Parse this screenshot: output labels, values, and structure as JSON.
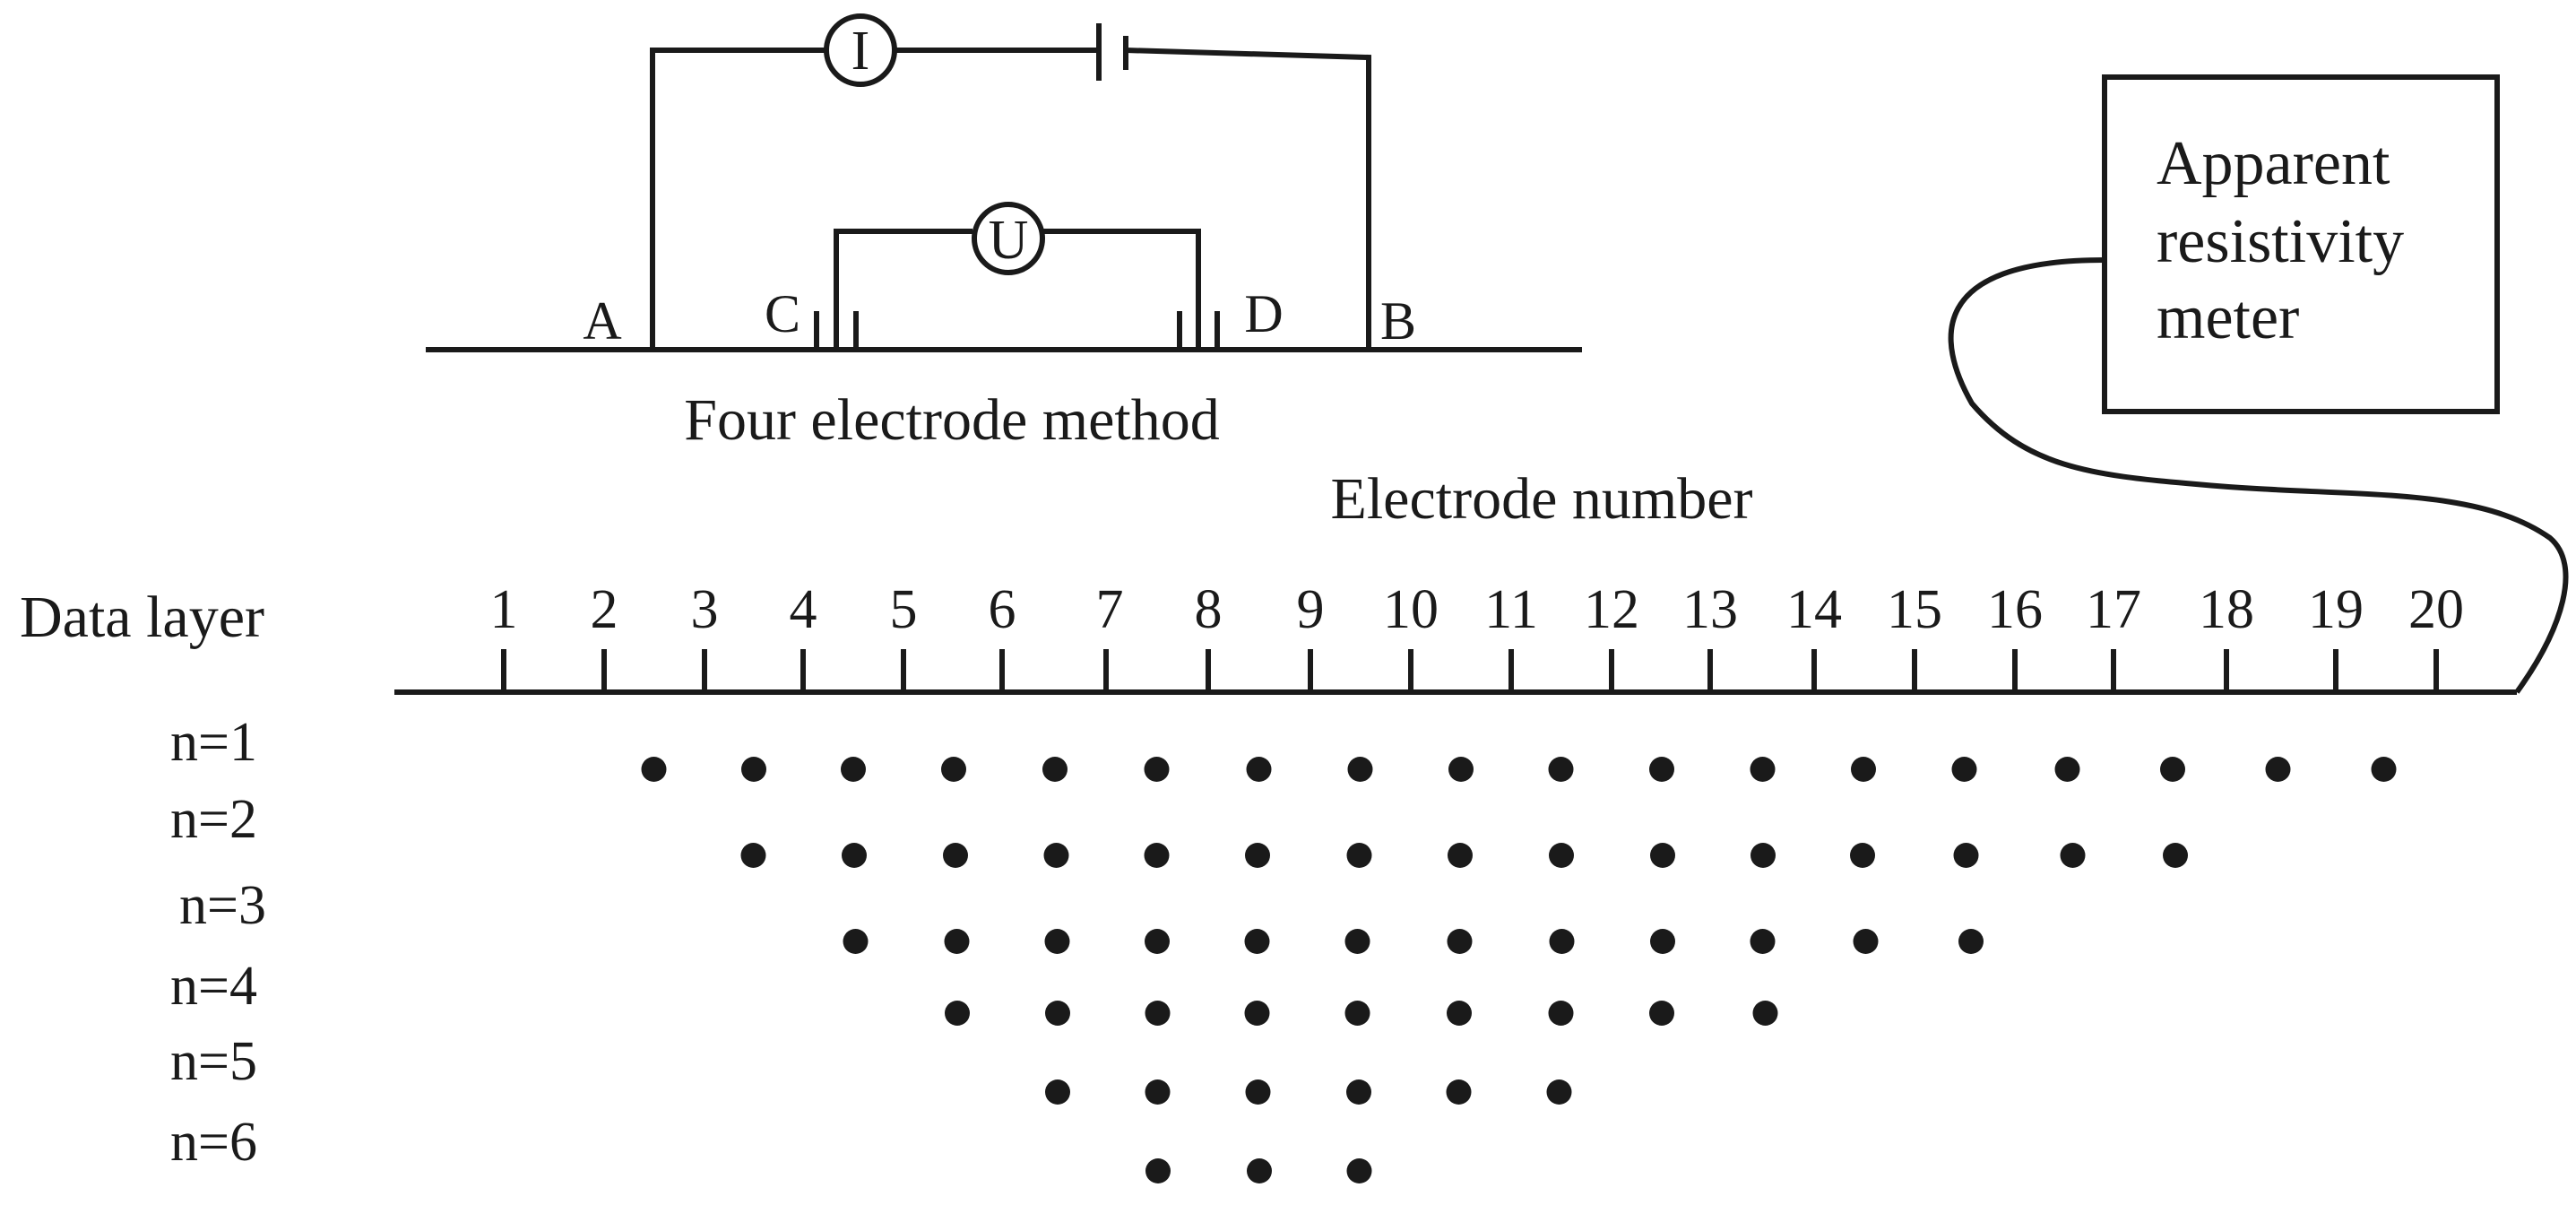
{
  "circuit": {
    "caption": "Four electrode method",
    "electrodes": [
      "A",
      "C",
      "D",
      "B"
    ],
    "current_meter": "I",
    "voltage_meter": "U"
  },
  "meter_box": {
    "lines": [
      "Apparent",
      "resistivity",
      "meter"
    ]
  },
  "axis": {
    "title": "Electrode number",
    "row_label": "Data layer",
    "electrodes": [
      "1",
      "2",
      "3",
      "4",
      "5",
      "6",
      "7",
      "8",
      "9",
      "10",
      "11",
      "12",
      "13",
      "14",
      "15",
      "16",
      "17",
      "18",
      "19",
      "20"
    ]
  },
  "layers": [
    {
      "label": "n=1",
      "points": 18
    },
    {
      "label": "n=2",
      "points": 15
    },
    {
      "label": "n=3",
      "points": 12
    },
    {
      "label": "n=4",
      "points": 9
    },
    {
      "label": "n=5",
      "points": 6
    },
    {
      "label": "n=6",
      "points": 3
    }
  ]
}
